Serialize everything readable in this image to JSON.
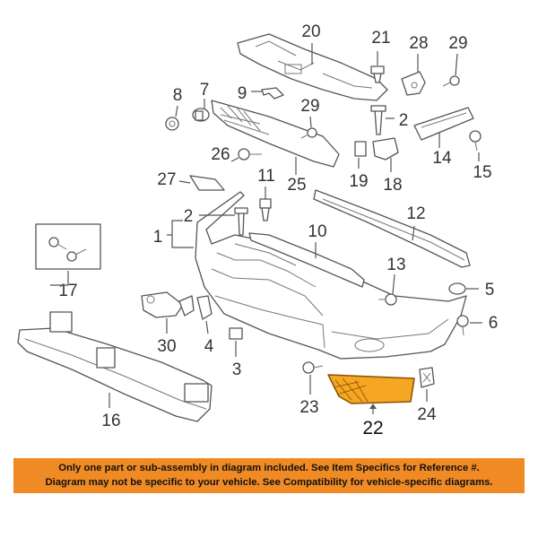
{
  "callouts": {
    "c1": "1",
    "c2a": "2",
    "c2b": "2",
    "c3": "3",
    "c4": "4",
    "c5": "5",
    "c6": "6",
    "c7": "7",
    "c8": "8",
    "c9": "9",
    "c10": "10",
    "c11": "11",
    "c12": "12",
    "c13": "13",
    "c14": "14",
    "c15": "15",
    "c16": "16",
    "c17": "17",
    "c18": "18",
    "c19": "19",
    "c20": "20",
    "c21": "21",
    "c22": "22",
    "c23": "23",
    "c24": "24",
    "c25": "25",
    "c26": "26",
    "c27": "27",
    "c28": "28",
    "c29a": "29",
    "c29b": "29",
    "c30": "30"
  },
  "highlight_part": "22",
  "colors": {
    "highlight_fill": "#f5a623",
    "notice_background": "#f08a24",
    "line_art": "#555555"
  },
  "notice": {
    "line1": "Only one part or sub-assembly in diagram included. See Item Specifics for Reference #.",
    "line2": "Diagram may not be specific to your vehicle. See Compatibility for vehicle-specific diagrams."
  }
}
